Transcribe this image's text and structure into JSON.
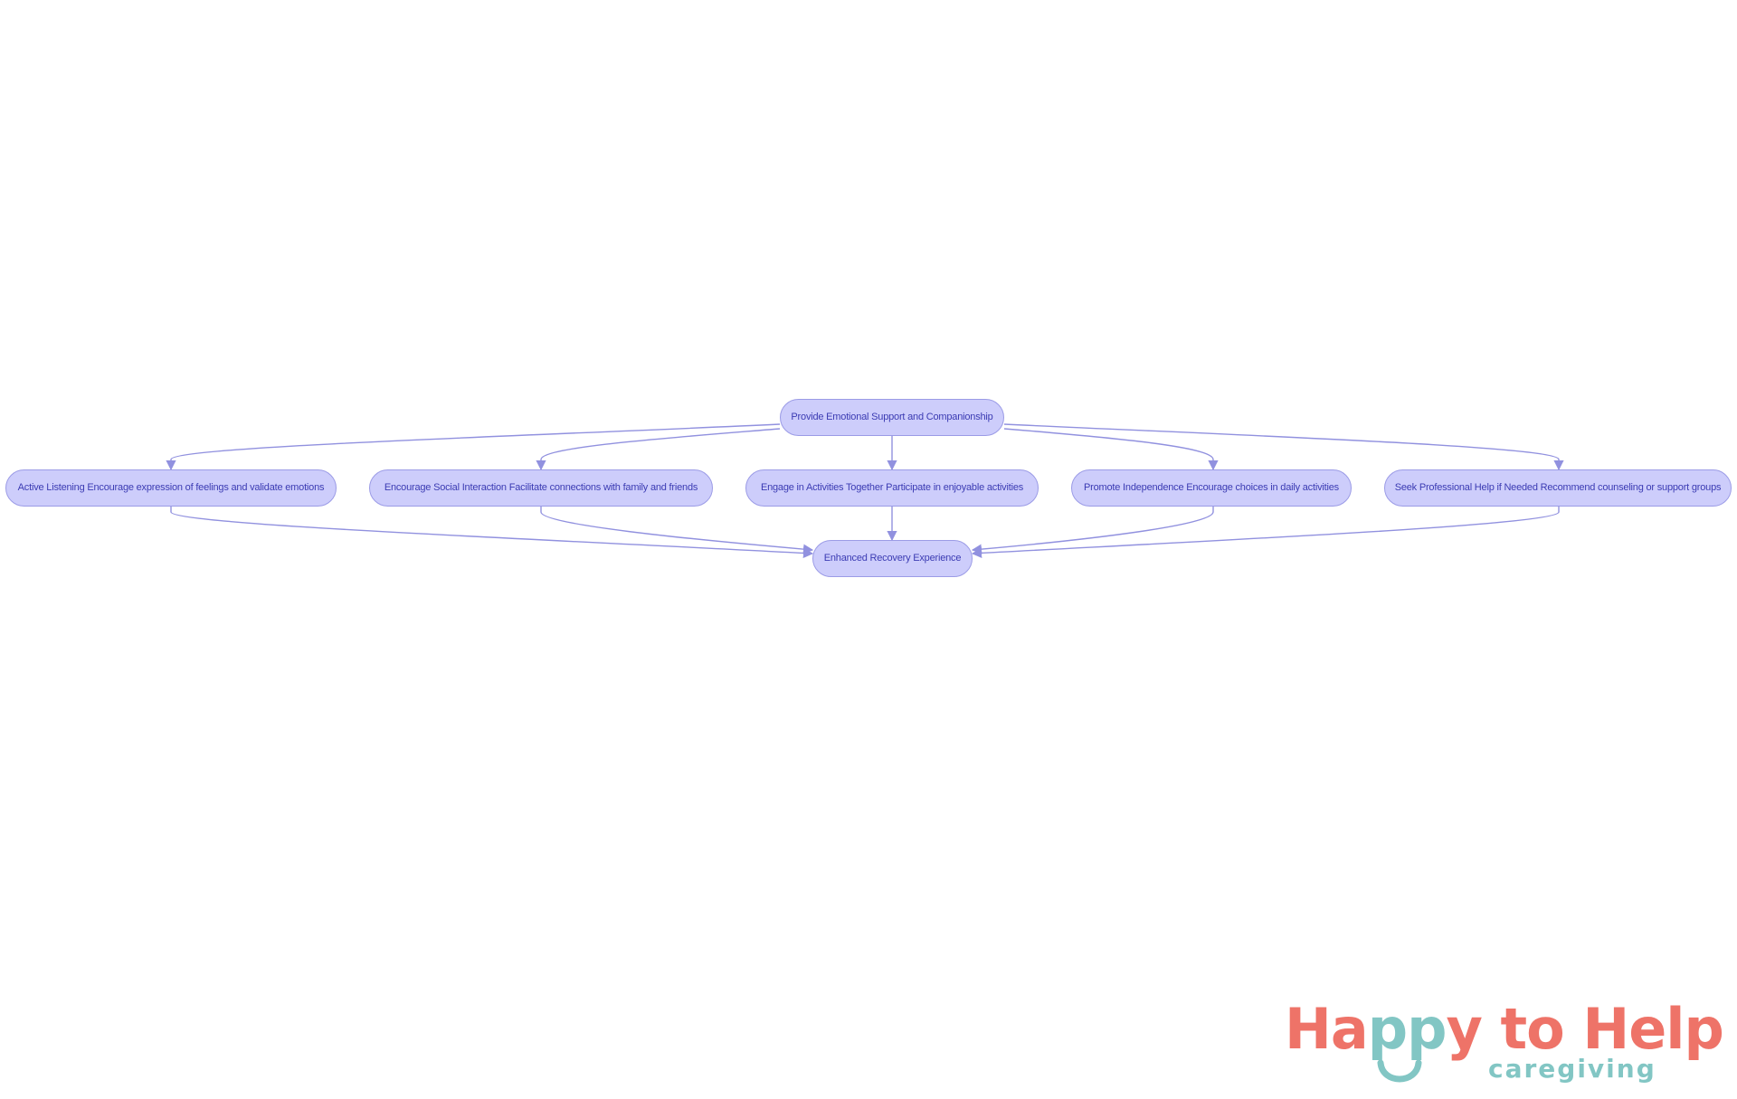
{
  "colors": {
    "node_fill": "#cdcdfb",
    "node_border": "#9b9be6",
    "node_text": "#3b3bb3",
    "edge": "#9191df",
    "logo_primary": "#ee7368",
    "logo_secondary": "#82c6c4"
  },
  "nodes": {
    "root": "Provide Emotional Support and Companionship",
    "active_listening": "Active Listening Encourage expression of feelings and validate emotions",
    "social_interaction": "Encourage Social Interaction Facilitate connections with family and friends",
    "activities": "Engage in Activities Together Participate in enjoyable activities",
    "independence": "Promote Independence Encourage choices in daily activities",
    "professional_help": "Seek Professional Help if Needed Recommend counseling or support groups",
    "outcome": "Enhanced Recovery Experience"
  },
  "edges": [
    {
      "from": "root",
      "to": "active_listening"
    },
    {
      "from": "root",
      "to": "social_interaction"
    },
    {
      "from": "root",
      "to": "activities"
    },
    {
      "from": "root",
      "to": "independence"
    },
    {
      "from": "root",
      "to": "professional_help"
    },
    {
      "from": "active_listening",
      "to": "outcome"
    },
    {
      "from": "social_interaction",
      "to": "outcome"
    },
    {
      "from": "activities",
      "to": "outcome"
    },
    {
      "from": "independence",
      "to": "outcome"
    },
    {
      "from": "professional_help",
      "to": "outcome"
    }
  ],
  "logo": {
    "word_happy": "Ha",
    "word_pp": "pp",
    "word_rest": "y to Help",
    "tagline": "caregiving",
    "icon": "smile-icon"
  }
}
